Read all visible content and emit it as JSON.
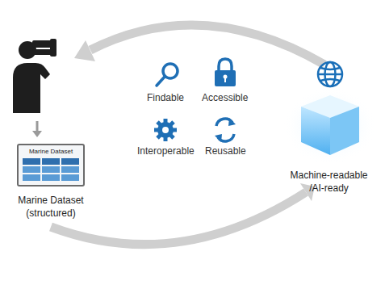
{
  "diagram": {
    "nodes": [
      {
        "text": [
          "Marine Dataset",
          "Marine Dataset (structured)"
        ]
      },
      {
        "text": [
          "Machine-readable /AI-ready"
        ]
      }
    ],
    "edges": [
      {
        "from": 0,
        "to": 1,
        "arrow": "to"
      }
    ],
    "labels": [
      "Findable",
      "Accessible",
      "Interoperable",
      "Reusable"
    ]
  }
}
